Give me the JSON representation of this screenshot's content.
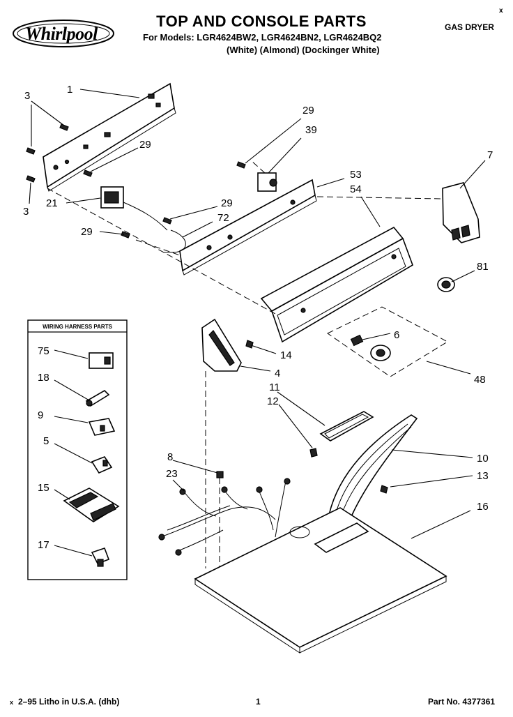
{
  "header": {
    "brand": "Whirlpool",
    "title": "TOP AND CONSOLE PARTS",
    "models_line": "For Models: LGR4624BW2, LGR4624BN2, LGR4624BQ2",
    "colors_line": "(White)    (Almond)    (Dockinger White)",
    "dryer_type": "GAS DRYER",
    "corner_mark": "x"
  },
  "wiring_box": {
    "title": "WIRING HARNESS PARTS"
  },
  "callouts": {
    "c1": "1",
    "c3a": "3",
    "c3b": "3",
    "c29a": "29",
    "c29b": "29",
    "c29c": "29",
    "c29d": "29",
    "c39": "39",
    "c21": "21",
    "c72": "72",
    "c53": "53",
    "c54": "54",
    "c7": "7",
    "c81": "81",
    "c6": "6",
    "c48": "48",
    "c14": "14",
    "c4": "4",
    "c11": "11",
    "c12": "12",
    "c10": "10",
    "c13": "13",
    "c16": "16",
    "c8": "8",
    "c23": "23",
    "c75": "75",
    "c18": "18",
    "c9": "9",
    "c5": "5",
    "c15": "15",
    "c17": "17"
  },
  "footer": {
    "left_mark": "x",
    "left": "2–95 Litho in U.S.A. (dhb)",
    "page": "1",
    "part_no": "Part No. 4377361"
  }
}
